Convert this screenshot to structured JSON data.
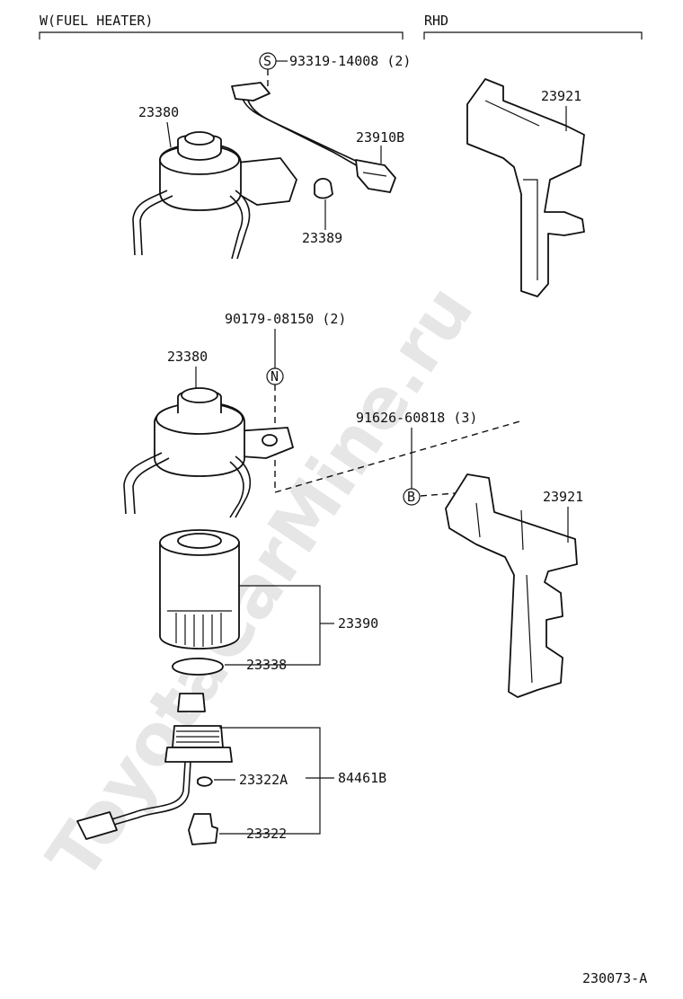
{
  "header": {
    "left_label": "W(FUEL HEATER)",
    "right_label": "RHD"
  },
  "watermark": "ToyotaCarMine.ru",
  "figure_id": "230073-A",
  "parts": {
    "p_93319": "93319-14008 (2)",
    "p_23380_top": "23380",
    "p_23910b": "23910B",
    "p_23389": "23389",
    "p_23921_top": "23921",
    "p_90179": "90179-08150 (2)",
    "p_23380_mid": "23380",
    "p_91626": "91626-60818 (3)",
    "p_23921_mid": "23921",
    "p_23390": "23390",
    "p_23338": "23338",
    "p_23322a": "23322A",
    "p_84461b": "84461B",
    "p_23322": "23322"
  },
  "markers": {
    "s": "S",
    "n": "N",
    "b": "B"
  }
}
